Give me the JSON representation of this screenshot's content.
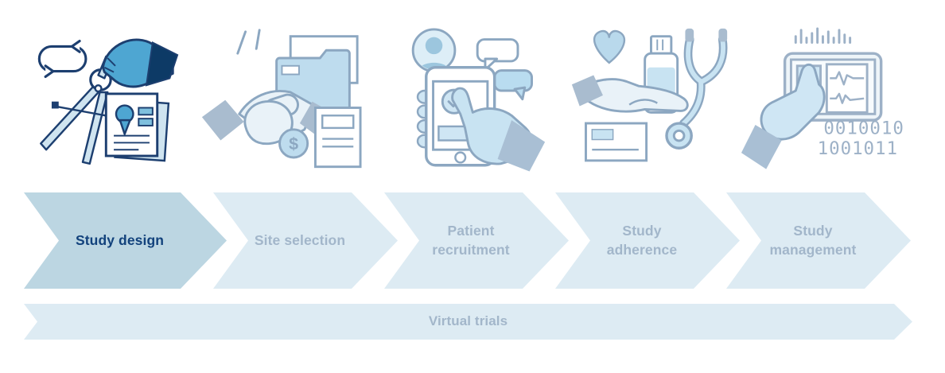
{
  "colors": {
    "active_chevron_fill": "#bcd6e2",
    "active_label_text": "#12427c",
    "inactive_chevron_fill": "#ddebf3",
    "inactive_label_text": "#a2b6ca",
    "active_icon_outline": "#1d3f70",
    "active_icon_hand": "#4ea6d2",
    "active_icon_cuff": "#0d3a66",
    "inactive_icon_outline": "#8ca7c1",
    "inactive_icon_fill_medium": "#bedcee",
    "inactive_icon_fill_pale": "#e9f2f8",
    "inactive_icon_cuff": "#a9bccf"
  },
  "stages": [
    {
      "label": "Study design",
      "state": "active",
      "icon": "compass-hand-certificate-icon"
    },
    {
      "label": "Site selection",
      "state": "inactive",
      "icon": "handshake-folder-coin-icon"
    },
    {
      "label": "Patient\nrecruitment",
      "state": "inactive",
      "icon": "phone-checkbox-chat-icon"
    },
    {
      "label": "Study\nadherence",
      "state": "inactive",
      "icon": "hand-medicine-stethoscope-icon"
    },
    {
      "label": "Study\nmanagement",
      "state": "inactive",
      "icon": "hand-tablet-data-icon"
    }
  ],
  "bottom_bar": {
    "label": "Virtual trials"
  },
  "icon_text": {
    "dollar": "$",
    "binary_line1": "0010010",
    "binary_line2": "1001011"
  }
}
